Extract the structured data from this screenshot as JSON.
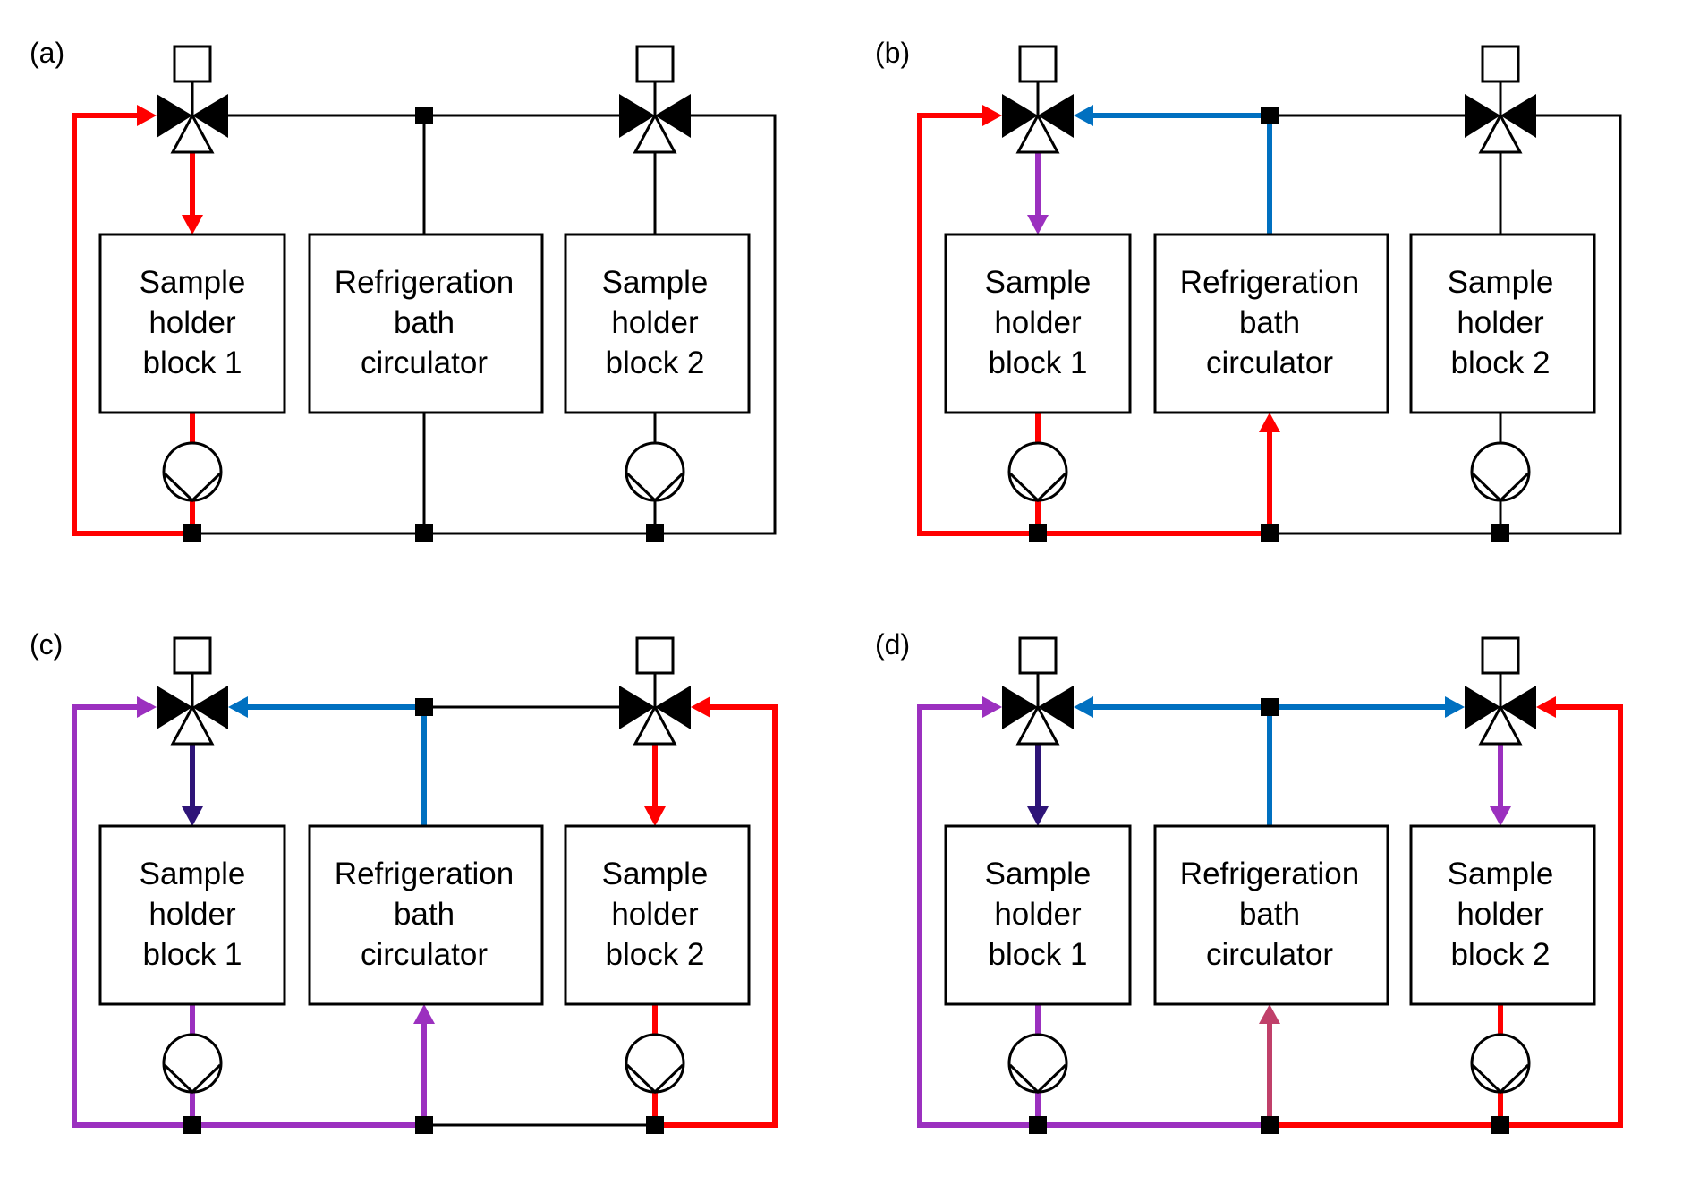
{
  "figure": {
    "colors": {
      "black": "#000000",
      "red": "#FF0000",
      "blue": "#0070C0",
      "purple": "#9B30BF",
      "indigo": "#2E1478",
      "crimson": "#C0406A"
    },
    "components": {
      "block1_lines": [
        "Sample",
        "holder",
        "block 1"
      ],
      "circulator_lines": [
        "Refrigeration",
        "bath",
        "circulator"
      ],
      "block2_lines": [
        "Sample",
        "holder",
        "block 2"
      ]
    },
    "panels": [
      {
        "tag": "(a)",
        "segments": {
          "left_loop": {
            "color": "red",
            "arrow": true
          },
          "v1_down": {
            "color": "red",
            "arrow": true
          },
          "top_left": {
            "color": "black",
            "arrow": false
          },
          "top_right": {
            "color": "black",
            "arrow": false
          },
          "center_up": {
            "color": "black",
            "arrow": false
          },
          "v2_down": {
            "color": "black",
            "arrow": false
          },
          "right_loop": {
            "color": "black",
            "arrow": false
          },
          "box1_pump": {
            "color": "red",
            "arrow": false
          },
          "center_down": {
            "color": "black",
            "arrow": false
          },
          "bottom_left": {
            "color": "black",
            "arrow": false
          },
          "bottom_right": {
            "color": "black",
            "arrow": false
          },
          "box2_pump": {
            "color": "black",
            "arrow": false
          }
        }
      },
      {
        "tag": "(b)",
        "segments": {
          "left_loop": {
            "color": "red",
            "arrow": true
          },
          "v1_down": {
            "color": "purple",
            "arrow": true
          },
          "top_left": {
            "color": "blue",
            "arrow": true
          },
          "top_right": {
            "color": "black",
            "arrow": false
          },
          "center_up": {
            "color": "blue",
            "arrow": false
          },
          "v2_down": {
            "color": "black",
            "arrow": false
          },
          "right_loop": {
            "color": "black",
            "arrow": false
          },
          "box1_pump": {
            "color": "red",
            "arrow": false
          },
          "center_down": {
            "color": "red",
            "arrow": true
          },
          "bottom_left": {
            "color": "red",
            "arrow": false
          },
          "bottom_right": {
            "color": "black",
            "arrow": false
          },
          "box2_pump": {
            "color": "black",
            "arrow": false
          }
        }
      },
      {
        "tag": "(c)",
        "segments": {
          "left_loop": {
            "color": "purple",
            "arrow": true
          },
          "v1_down": {
            "color": "indigo",
            "arrow": true
          },
          "top_left": {
            "color": "blue",
            "arrow": true
          },
          "top_right": {
            "color": "black",
            "arrow": false
          },
          "center_up": {
            "color": "blue",
            "arrow": false
          },
          "v2_down": {
            "color": "red",
            "arrow": true
          },
          "right_loop": {
            "color": "red",
            "arrow": true
          },
          "box1_pump": {
            "color": "purple",
            "arrow": false
          },
          "center_down": {
            "color": "purple",
            "arrow": true
          },
          "bottom_left": {
            "color": "purple",
            "arrow": false
          },
          "bottom_right": {
            "color": "black",
            "arrow": false
          },
          "box2_pump": {
            "color": "red",
            "arrow": false
          }
        }
      },
      {
        "tag": "(d)",
        "segments": {
          "left_loop": {
            "color": "purple",
            "arrow": true
          },
          "v1_down": {
            "color": "indigo",
            "arrow": true
          },
          "top_left": {
            "color": "blue",
            "arrow": true
          },
          "top_right": {
            "color": "blue",
            "arrow": true
          },
          "center_up": {
            "color": "blue",
            "arrow": false
          },
          "v2_down": {
            "color": "purple",
            "arrow": true
          },
          "right_loop": {
            "color": "red",
            "arrow": true
          },
          "box1_pump": {
            "color": "purple",
            "arrow": false
          },
          "center_down": {
            "color": "crimson",
            "arrow": true
          },
          "bottom_left": {
            "color": "purple",
            "arrow": false
          },
          "bottom_right": {
            "color": "red",
            "arrow": false
          },
          "box2_pump": {
            "color": "red",
            "arrow": false
          }
        }
      }
    ]
  }
}
